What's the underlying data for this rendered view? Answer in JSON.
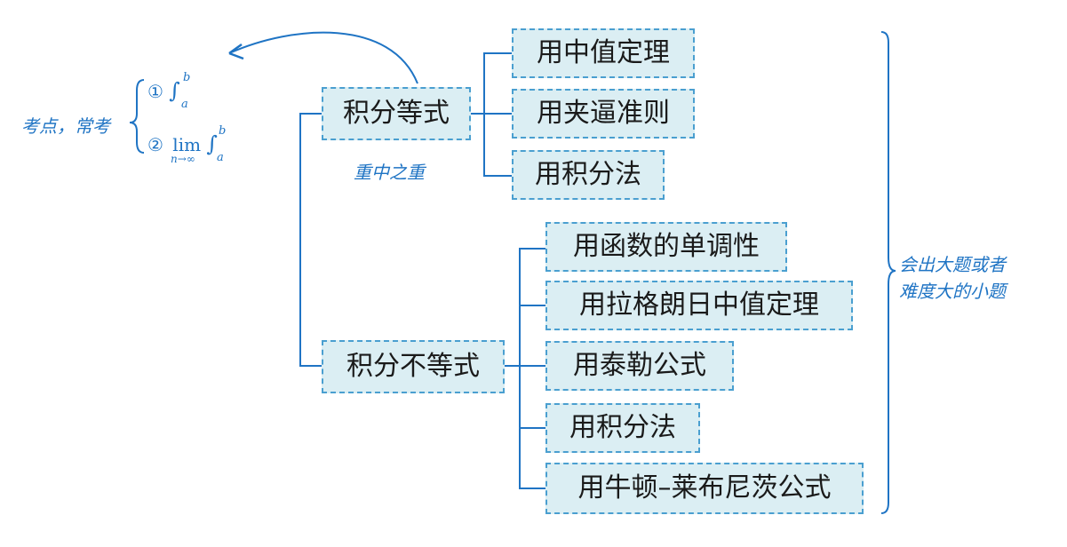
{
  "accent_color": "#1f74c4",
  "box_fill": "#dbeef3",
  "box_border": "#4a9fd0",
  "left_note": {
    "label": "考点，常考",
    "item1_num": "①",
    "item1_expr": "∫",
    "item1_upper": "b",
    "item1_lower": "a",
    "item2_num": "②",
    "item2_lim": "lim",
    "item2_sub": "n→∞",
    "item2_expr": "∫",
    "item2_upper": "b",
    "item2_lower": "a"
  },
  "emphasis_note": "重中之重",
  "right_note": [
    "会出大题或者",
    "难度大的小题"
  ],
  "categories": [
    {
      "label": "积分等式",
      "methods": [
        "用中值定理",
        "用夹逼准则",
        "用积分法"
      ]
    },
    {
      "label": "积分不等式",
      "methods": [
        "用函数的单调性",
        "用拉格朗日中值定理",
        "用泰勒公式",
        "用积分法",
        "用牛顿–莱布尼茨公式"
      ]
    }
  ]
}
